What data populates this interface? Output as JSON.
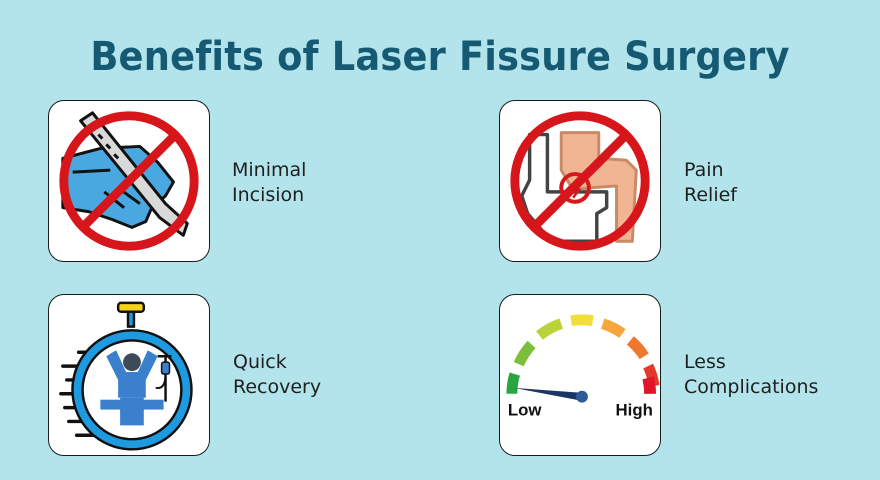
{
  "title": "Benefits of Laser Fissure Surgery",
  "benefits": [
    {
      "label": "Minimal\nIncision",
      "icon": "no-scalpel-icon"
    },
    {
      "label": "Pain\nRelief",
      "icon": "no-pain-toilet-icon"
    },
    {
      "label": "Quick\nRecovery",
      "icon": "stopwatch-patient-icon"
    },
    {
      "label": "Less\nComplications",
      "icon": "gauge-low-icon"
    }
  ],
  "gauge": {
    "low_label": "Low",
    "high_label": "High"
  },
  "colors": {
    "background": "#b3e4ec",
    "title": "#155a72",
    "prohibition_red": "#d7161c",
    "glove_blue": "#4aa8e0",
    "stopwatch_blue": "#1e9ae0"
  }
}
